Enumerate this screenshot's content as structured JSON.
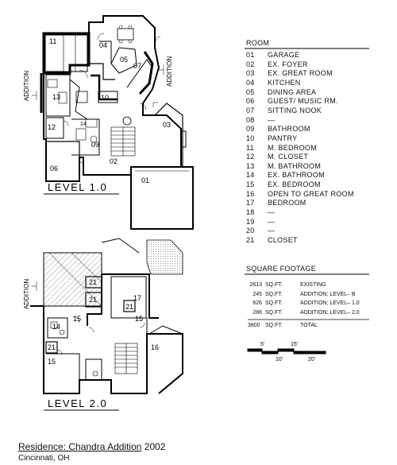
{
  "plans": {
    "level1_label": "LEVEL 1.0",
    "level2_label": "LEVEL 2.0",
    "addition_label": "ADDITION",
    "level1_rooms": [
      "11",
      "04",
      "05",
      "07",
      "13",
      "10",
      "12",
      "03",
      "09",
      "02",
      "06",
      "01",
      "14"
    ],
    "level2_rooms": [
      "21",
      "21",
      "17",
      "21",
      "14",
      "15",
      "15",
      "21",
      "15",
      "16"
    ]
  },
  "room_legend": {
    "title": "ROOM",
    "items": [
      {
        "num": "01",
        "name": "GARAGE"
      },
      {
        "num": "02",
        "name": "EX. FOYER"
      },
      {
        "num": "03",
        "name": "EX. GREAT ROOM"
      },
      {
        "num": "04",
        "name": "KITCHEN"
      },
      {
        "num": "05",
        "name": "DINING AREA"
      },
      {
        "num": "06",
        "name": "GUEST/ MUSIC RM."
      },
      {
        "num": "07",
        "name": "SITTING NOOK"
      },
      {
        "num": "08",
        "name": "—"
      },
      {
        "num": "09",
        "name": "BATHROOM"
      },
      {
        "num": "10",
        "name": "PANTRY"
      },
      {
        "num": "11",
        "name": "M. BEDROOM"
      },
      {
        "num": "12",
        "name": "M. CLOSET"
      },
      {
        "num": "13",
        "name": "M. BATHROOM"
      },
      {
        "num": "14",
        "name": "EX. BATHROOM"
      },
      {
        "num": "15",
        "name": "EX. BEDROOM"
      },
      {
        "num": "16",
        "name": "OPEN TO GREAT ROOM"
      },
      {
        "num": "17",
        "name": "BEDROOM"
      },
      {
        "num": "18",
        "name": "—"
      },
      {
        "num": "19",
        "name": "—"
      },
      {
        "num": "20",
        "name": "—"
      },
      {
        "num": "21",
        "name": "CLOSET"
      }
    ]
  },
  "square_footage": {
    "title": "SQUARE FOOTAGE",
    "rows": [
      {
        "value": "2613",
        "unit": "SQ.FT.",
        "desc": "EXISTING"
      },
      {
        "value": "245",
        "unit": "SQ.FT.",
        "desc": "ADDITION; LEVEL– B"
      },
      {
        "value": "626",
        "unit": "SQ.FT.",
        "desc": "ADDITION; LEVEL– 1.0"
      },
      {
        "value": "286",
        "unit": "SQ.FT.",
        "desc": "ADDITION; LEVEL– 2.0"
      }
    ],
    "total": {
      "value": "3800",
      "unit": "SQ.FT.",
      "desc": "TOTAL"
    }
  },
  "scale_bar": {
    "labels_top": [
      "5'",
      "15'"
    ],
    "labels_bottom": [
      "10'",
      "20'"
    ]
  },
  "caption": {
    "title": "Residence: Chandra Addition",
    "year": " 2002",
    "location": "Cincinnati, OH"
  }
}
